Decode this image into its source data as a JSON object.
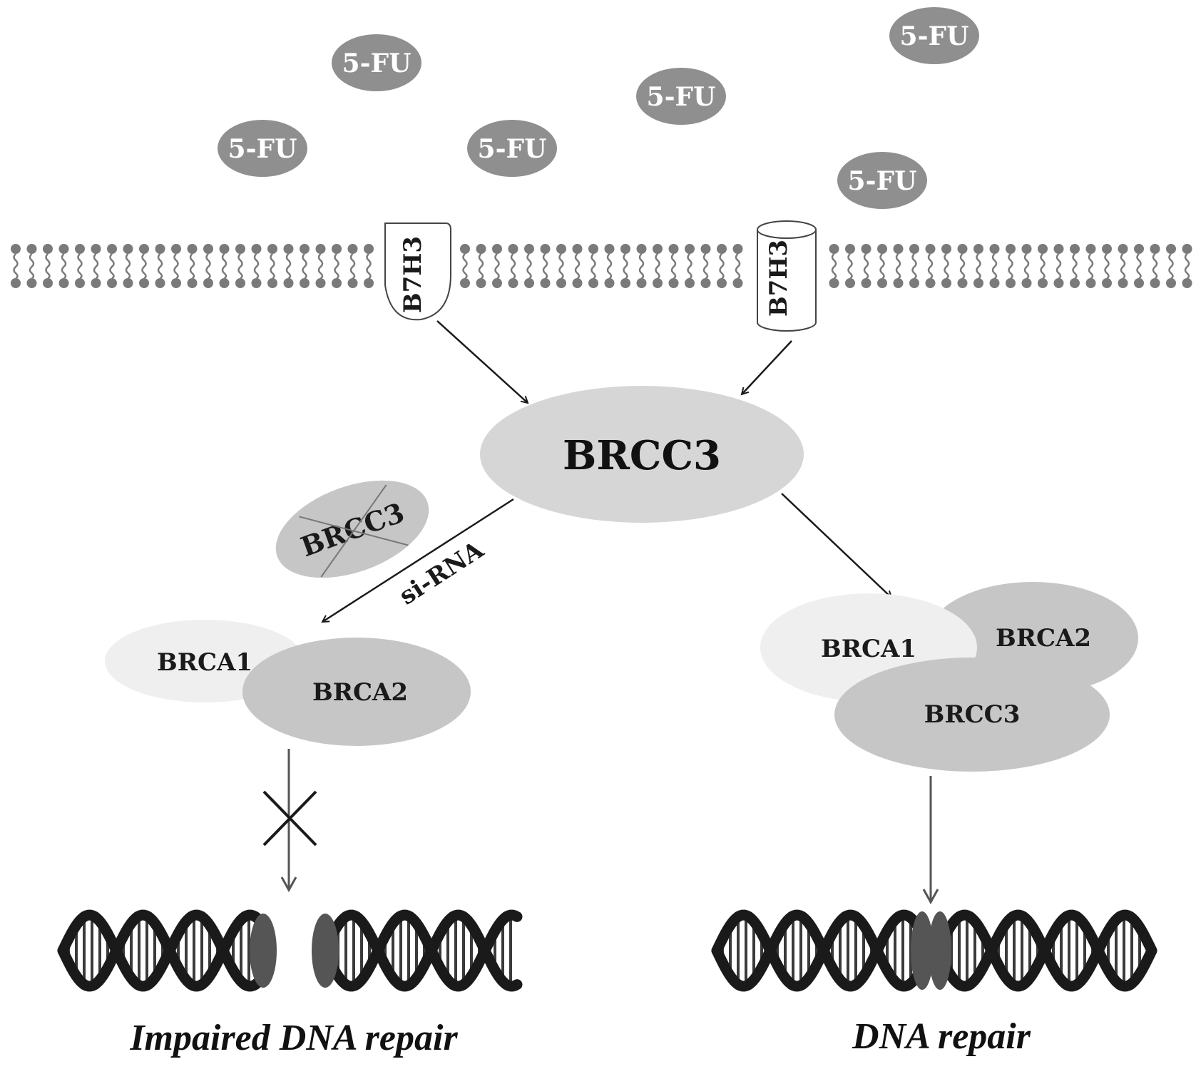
{
  "drug_label": "5-FU",
  "receptor_label": "B7H3",
  "center_protein_label": "BRCC3",
  "knocked_down_label": "BRCC3",
  "sirna_label": "si-RNA",
  "left_complex": {
    "a": "BRCA1",
    "b": "BRCA2"
  },
  "right_complex": {
    "a": "BRCA1",
    "b": "BRCA2",
    "c": "BRCC3"
  },
  "captions": {
    "left": "Impaired DNA repair",
    "right": "DNA repair"
  },
  "colors": {
    "drug": "#8f8f8f",
    "center": "#d6d6d6",
    "light": "#efefef",
    "mid": "#c6c6c6",
    "membrane": "#7a7a7a",
    "dna": "#1a1a1a",
    "break": "#555555"
  }
}
